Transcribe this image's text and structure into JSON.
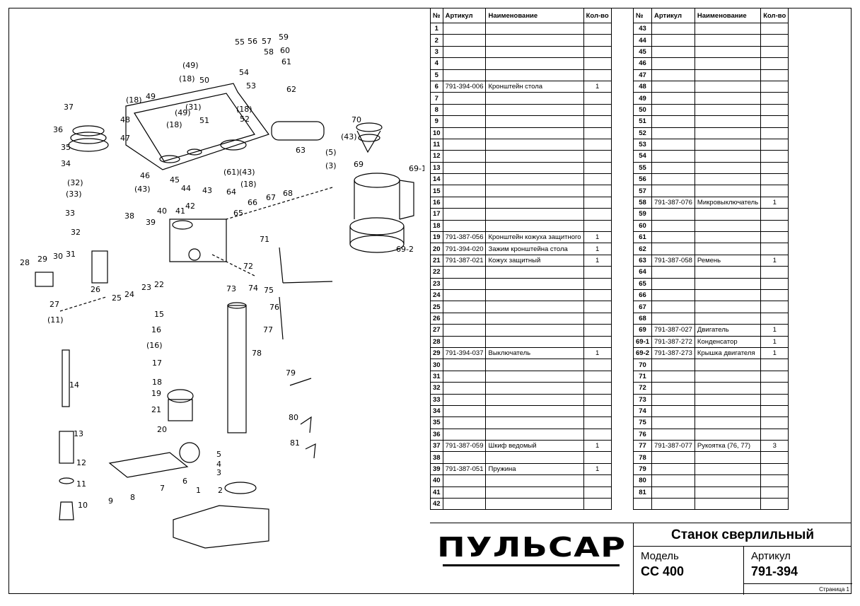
{
  "table": {
    "headers": {
      "num": "№",
      "article": "Артикул",
      "name": "Наименование",
      "qty": "Кол-во"
    },
    "left_rows": [
      {
        "n": "1",
        "a": "",
        "name": "",
        "q": ""
      },
      {
        "n": "2",
        "a": "",
        "name": "",
        "q": ""
      },
      {
        "n": "3",
        "a": "",
        "name": "",
        "q": ""
      },
      {
        "n": "4",
        "a": "",
        "name": "",
        "q": ""
      },
      {
        "n": "5",
        "a": "",
        "name": "",
        "q": ""
      },
      {
        "n": "6",
        "a": "791-394-006",
        "name": "Кронштейн стола",
        "q": "1"
      },
      {
        "n": "7",
        "a": "",
        "name": "",
        "q": ""
      },
      {
        "n": "8",
        "a": "",
        "name": "",
        "q": ""
      },
      {
        "n": "9",
        "a": "",
        "name": "",
        "q": ""
      },
      {
        "n": "10",
        "a": "",
        "name": "",
        "q": ""
      },
      {
        "n": "11",
        "a": "",
        "name": "",
        "q": ""
      },
      {
        "n": "12",
        "a": "",
        "name": "",
        "q": ""
      },
      {
        "n": "13",
        "a": "",
        "name": "",
        "q": ""
      },
      {
        "n": "14",
        "a": "",
        "name": "",
        "q": ""
      },
      {
        "n": "15",
        "a": "",
        "name": "",
        "q": ""
      },
      {
        "n": "16",
        "a": "",
        "name": "",
        "q": ""
      },
      {
        "n": "17",
        "a": "",
        "name": "",
        "q": ""
      },
      {
        "n": "18",
        "a": "",
        "name": "",
        "q": ""
      },
      {
        "n": "19",
        "a": "791-387-056",
        "name": "Кронштейн кожуха защитного",
        "q": "1"
      },
      {
        "n": "20",
        "a": "791-394-020",
        "name": "Зажим кронштейна стола",
        "q": "1"
      },
      {
        "n": "21",
        "a": "791-387-021",
        "name": "Кожух защитный",
        "q": "1"
      },
      {
        "n": "22",
        "a": "",
        "name": "",
        "q": ""
      },
      {
        "n": "23",
        "a": "",
        "name": "",
        "q": ""
      },
      {
        "n": "24",
        "a": "",
        "name": "",
        "q": ""
      },
      {
        "n": "25",
        "a": "",
        "name": "",
        "q": ""
      },
      {
        "n": "26",
        "a": "",
        "name": "",
        "q": ""
      },
      {
        "n": "27",
        "a": "",
        "name": "",
        "q": ""
      },
      {
        "n": "28",
        "a": "",
        "name": "",
        "q": ""
      },
      {
        "n": "29",
        "a": "791-394-037",
        "name": "Выключатель",
        "q": "1"
      },
      {
        "n": "30",
        "a": "",
        "name": "",
        "q": ""
      },
      {
        "n": "31",
        "a": "",
        "name": "",
        "q": ""
      },
      {
        "n": "32",
        "a": "",
        "name": "",
        "q": ""
      },
      {
        "n": "33",
        "a": "",
        "name": "",
        "q": ""
      },
      {
        "n": "34",
        "a": "",
        "name": "",
        "q": ""
      },
      {
        "n": "35",
        "a": "",
        "name": "",
        "q": ""
      },
      {
        "n": "36",
        "a": "",
        "name": "",
        "q": ""
      },
      {
        "n": "37",
        "a": "791-387-059",
        "name": "Шкиф ведомый",
        "q": "1"
      },
      {
        "n": "38",
        "a": "",
        "name": "",
        "q": ""
      },
      {
        "n": "39",
        "a": "791-387-051",
        "name": "Пружина",
        "q": "1"
      },
      {
        "n": "40",
        "a": "",
        "name": "",
        "q": ""
      },
      {
        "n": "41",
        "a": "",
        "name": "",
        "q": ""
      },
      {
        "n": "42",
        "a": "",
        "name": "",
        "q": ""
      }
    ],
    "right_rows": [
      {
        "n": "43",
        "a": "",
        "name": "",
        "q": ""
      },
      {
        "n": "44",
        "a": "",
        "name": "",
        "q": ""
      },
      {
        "n": "45",
        "a": "",
        "name": "",
        "q": ""
      },
      {
        "n": "46",
        "a": "",
        "name": "",
        "q": ""
      },
      {
        "n": "47",
        "a": "",
        "name": "",
        "q": ""
      },
      {
        "n": "48",
        "a": "",
        "name": "",
        "q": ""
      },
      {
        "n": "49",
        "a": "",
        "name": "",
        "q": ""
      },
      {
        "n": "50",
        "a": "",
        "name": "",
        "q": ""
      },
      {
        "n": "51",
        "a": "",
        "name": "",
        "q": ""
      },
      {
        "n": "52",
        "a": "",
        "name": "",
        "q": ""
      },
      {
        "n": "53",
        "a": "",
        "name": "",
        "q": ""
      },
      {
        "n": "54",
        "a": "",
        "name": "",
        "q": ""
      },
      {
        "n": "55",
        "a": "",
        "name": "",
        "q": ""
      },
      {
        "n": "56",
        "a": "",
        "name": "",
        "q": ""
      },
      {
        "n": "57",
        "a": "",
        "name": "",
        "q": ""
      },
      {
        "n": "58",
        "a": "791-387-076",
        "name": "Микровыключатель",
        "q": "1"
      },
      {
        "n": "59",
        "a": "",
        "name": "",
        "q": ""
      },
      {
        "n": "60",
        "a": "",
        "name": "",
        "q": ""
      },
      {
        "n": "61",
        "a": "",
        "name": "",
        "q": ""
      },
      {
        "n": "62",
        "a": "",
        "name": "",
        "q": ""
      },
      {
        "n": "63",
        "a": "791-387-058",
        "name": "Ремень",
        "q": "1"
      },
      {
        "n": "64",
        "a": "",
        "name": "",
        "q": ""
      },
      {
        "n": "65",
        "a": "",
        "name": "",
        "q": ""
      },
      {
        "n": "66",
        "a": "",
        "name": "",
        "q": ""
      },
      {
        "n": "67",
        "a": "",
        "name": "",
        "q": ""
      },
      {
        "n": "68",
        "a": "",
        "name": "",
        "q": ""
      },
      {
        "n": "69",
        "a": "791-387-027",
        "name": "Двигатель",
        "q": "1"
      },
      {
        "n": "69-1",
        "a": "791-387-272",
        "name": "Конденсатор",
        "q": "1"
      },
      {
        "n": "69-2",
        "a": "791-387-273",
        "name": "Крышка двигателя",
        "q": "1"
      },
      {
        "n": "70",
        "a": "",
        "name": "",
        "q": ""
      },
      {
        "n": "71",
        "a": "",
        "name": "",
        "q": ""
      },
      {
        "n": "72",
        "a": "",
        "name": "",
        "q": ""
      },
      {
        "n": "73",
        "a": "",
        "name": "",
        "q": ""
      },
      {
        "n": "74",
        "a": "",
        "name": "",
        "q": ""
      },
      {
        "n": "75",
        "a": "",
        "name": "",
        "q": ""
      },
      {
        "n": "76",
        "a": "",
        "name": "",
        "q": ""
      },
      {
        "n": "77",
        "a": "791-387-077",
        "name": "Рукоятка (76, 77)",
        "q": "3"
      },
      {
        "n": "78",
        "a": "",
        "name": "",
        "q": ""
      },
      {
        "n": "79",
        "a": "",
        "name": "",
        "q": ""
      },
      {
        "n": "80",
        "a": "",
        "name": "",
        "q": ""
      },
      {
        "n": "81",
        "a": "",
        "name": "",
        "q": ""
      },
      {
        "n": "",
        "a": "",
        "name": "",
        "q": ""
      }
    ]
  },
  "titleblock": {
    "logo": "ПУЛЬСАР",
    "title": "Станок сверлильный",
    "model_label": "Модель",
    "model_value": "CC 400",
    "article_label": "Артикул",
    "article_value": "791-394",
    "page": "Страница 1"
  },
  "drawing_labels": [
    "1",
    "2",
    "3",
    "4",
    "5",
    "6",
    "7",
    "8",
    "9",
    "10",
    "11",
    "12",
    "13",
    "14",
    "15",
    "16",
    "(16)",
    "17",
    "18",
    "19",
    "20",
    "21",
    "22",
    "23",
    "24",
    "25",
    "26",
    "27",
    "(11)",
    "28",
    "29",
    "30",
    "31",
    "(32)",
    "32",
    "(33)",
    "33",
    "34",
    "35",
    "36",
    "37",
    "38",
    "39",
    "40",
    "41",
    "42",
    "43",
    "(43)",
    "44",
    "45",
    "46",
    "47",
    "48",
    "49",
    "(49)",
    "50",
    "(18)",
    "(31)",
    "51",
    "52",
    "53",
    "54",
    "55",
    "56",
    "57",
    "58",
    "59",
    "60",
    "61",
    "62",
    "63",
    "64",
    "(61)",
    "65",
    "66",
    "67",
    "68",
    "69",
    "69-1",
    "69-2",
    "70",
    "71",
    "72",
    "73",
    "74",
    "75",
    "76",
    "77",
    "78",
    "79",
    "80",
    "81",
    "(5)",
    "(3)"
  ]
}
